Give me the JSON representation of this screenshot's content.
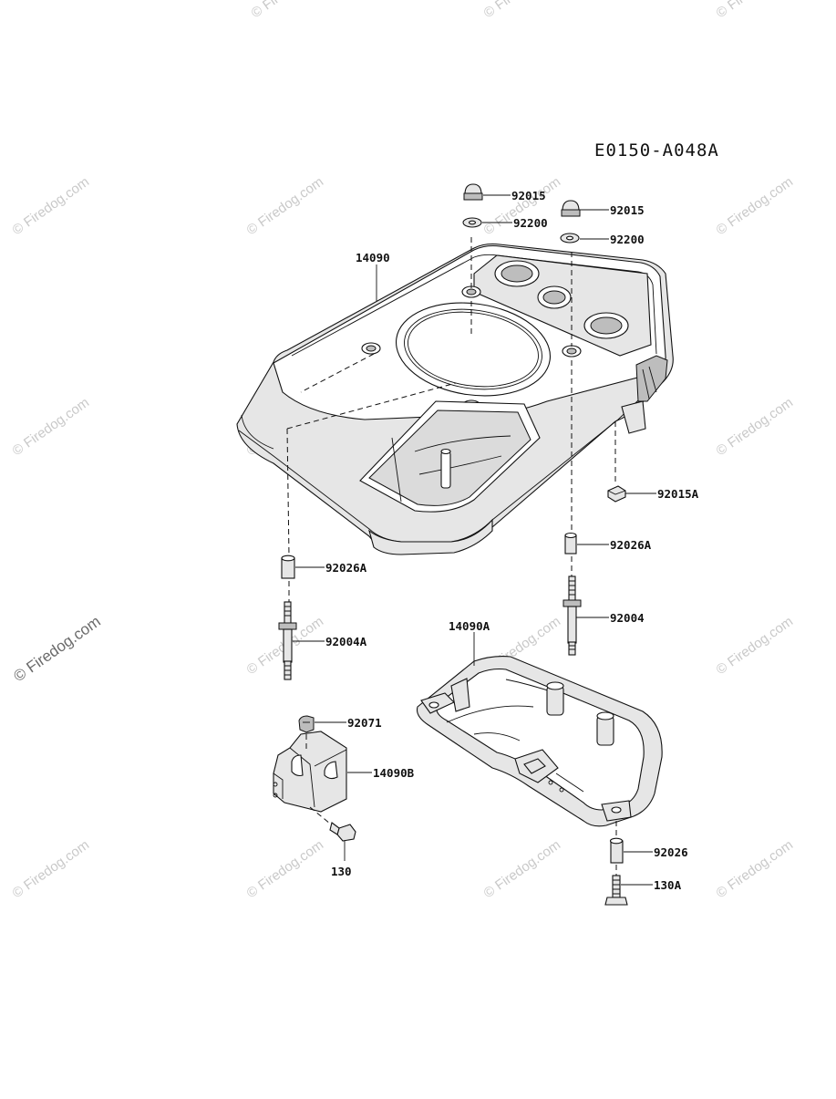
{
  "diagram_code": "E0150-A048A",
  "watermark_text": "© Firedog.com",
  "parts": {
    "p14090": "14090",
    "p14090a": "14090A",
    "p14090b": "14090B",
    "p92015_1": "92015",
    "p92015_2": "92015",
    "p92200_1": "92200",
    "p92200_2": "92200",
    "p92015a": "92015A",
    "p92026a_1": "92026A",
    "p92026a_2": "92026A",
    "p92004": "92004",
    "p92004a": "92004A",
    "p92071": "92071",
    "p130": "130",
    "p92026": "92026",
    "p130a": "130A"
  }
}
